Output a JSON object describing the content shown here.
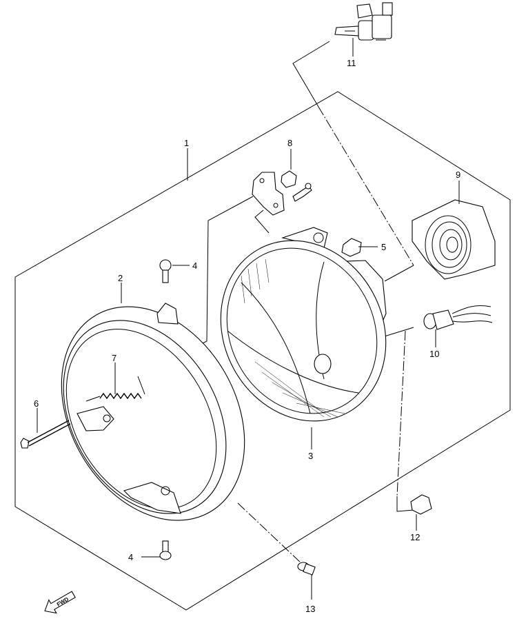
{
  "diagram": {
    "callouts": [
      {
        "id": "c1",
        "label": "1"
      },
      {
        "id": "c2",
        "label": "2"
      },
      {
        "id": "c3",
        "label": "3"
      },
      {
        "id": "c4a",
        "label": "4"
      },
      {
        "id": "c4b",
        "label": "4"
      },
      {
        "id": "c5",
        "label": "5"
      },
      {
        "id": "c6",
        "label": "6"
      },
      {
        "id": "c7",
        "label": "7"
      },
      {
        "id": "c8",
        "label": "8"
      },
      {
        "id": "c9",
        "label": "9"
      },
      {
        "id": "c10",
        "label": "10"
      },
      {
        "id": "c11",
        "label": "11"
      },
      {
        "id": "c12",
        "label": "12"
      },
      {
        "id": "c13",
        "label": "13"
      }
    ],
    "fwd_arrow": {
      "label": "FWD"
    }
  }
}
